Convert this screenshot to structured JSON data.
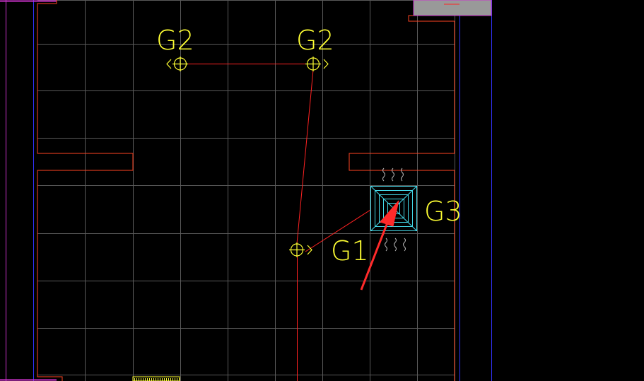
{
  "canvas": {
    "background": "#000000"
  },
  "colors": {
    "grid": "#5a5a5a",
    "wall": "#ff4422",
    "boundary_blue": "#3333ff",
    "boundary_magenta": "#cc33cc",
    "pipe": "#ff2222",
    "device": "#ffff33",
    "diffuser": "#44d8e8",
    "arrow": "#ff2a2a",
    "block_gray": "#999999"
  },
  "labels": {
    "g2_left": "G2",
    "g2_right": "G2",
    "g1": "G1",
    "g3": "G3"
  },
  "icons": {
    "diffuser": "square-ceiling-diffuser-icon",
    "airflow": "airflow-wave-icon",
    "annotation_arrow": "red-arrow-icon"
  }
}
